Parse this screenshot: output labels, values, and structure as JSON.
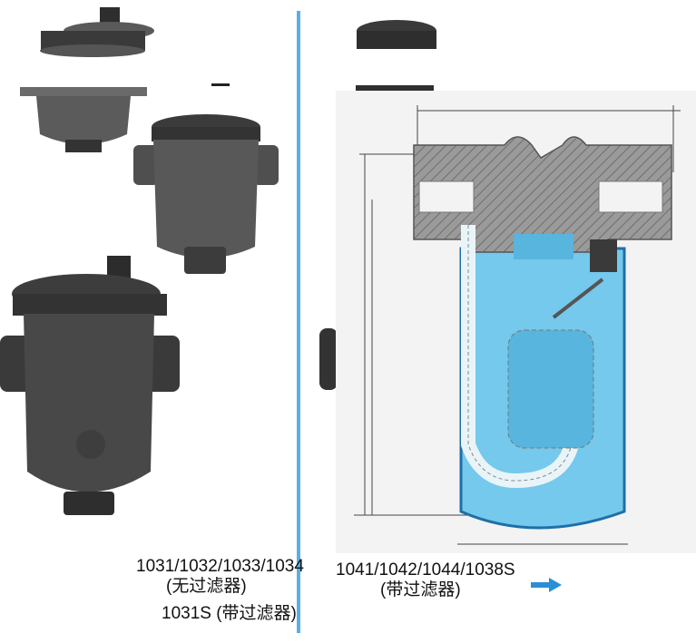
{
  "colors": {
    "divider": "#5aaee6",
    "trap_body": "#4a4a4a",
    "water": "#74c9ec",
    "arrow": "#2a8fd6"
  },
  "left": {
    "model_line": "1031/1032/1033/1034",
    "variant_line": "(无过滤器)",
    "alt_line": "1031S (带过滤器)"
  },
  "right": {
    "model_line": "1041/1042/1044/1038S",
    "variant_line": "(带过滤器)",
    "arrow_icon": "arrow-right-icon"
  }
}
